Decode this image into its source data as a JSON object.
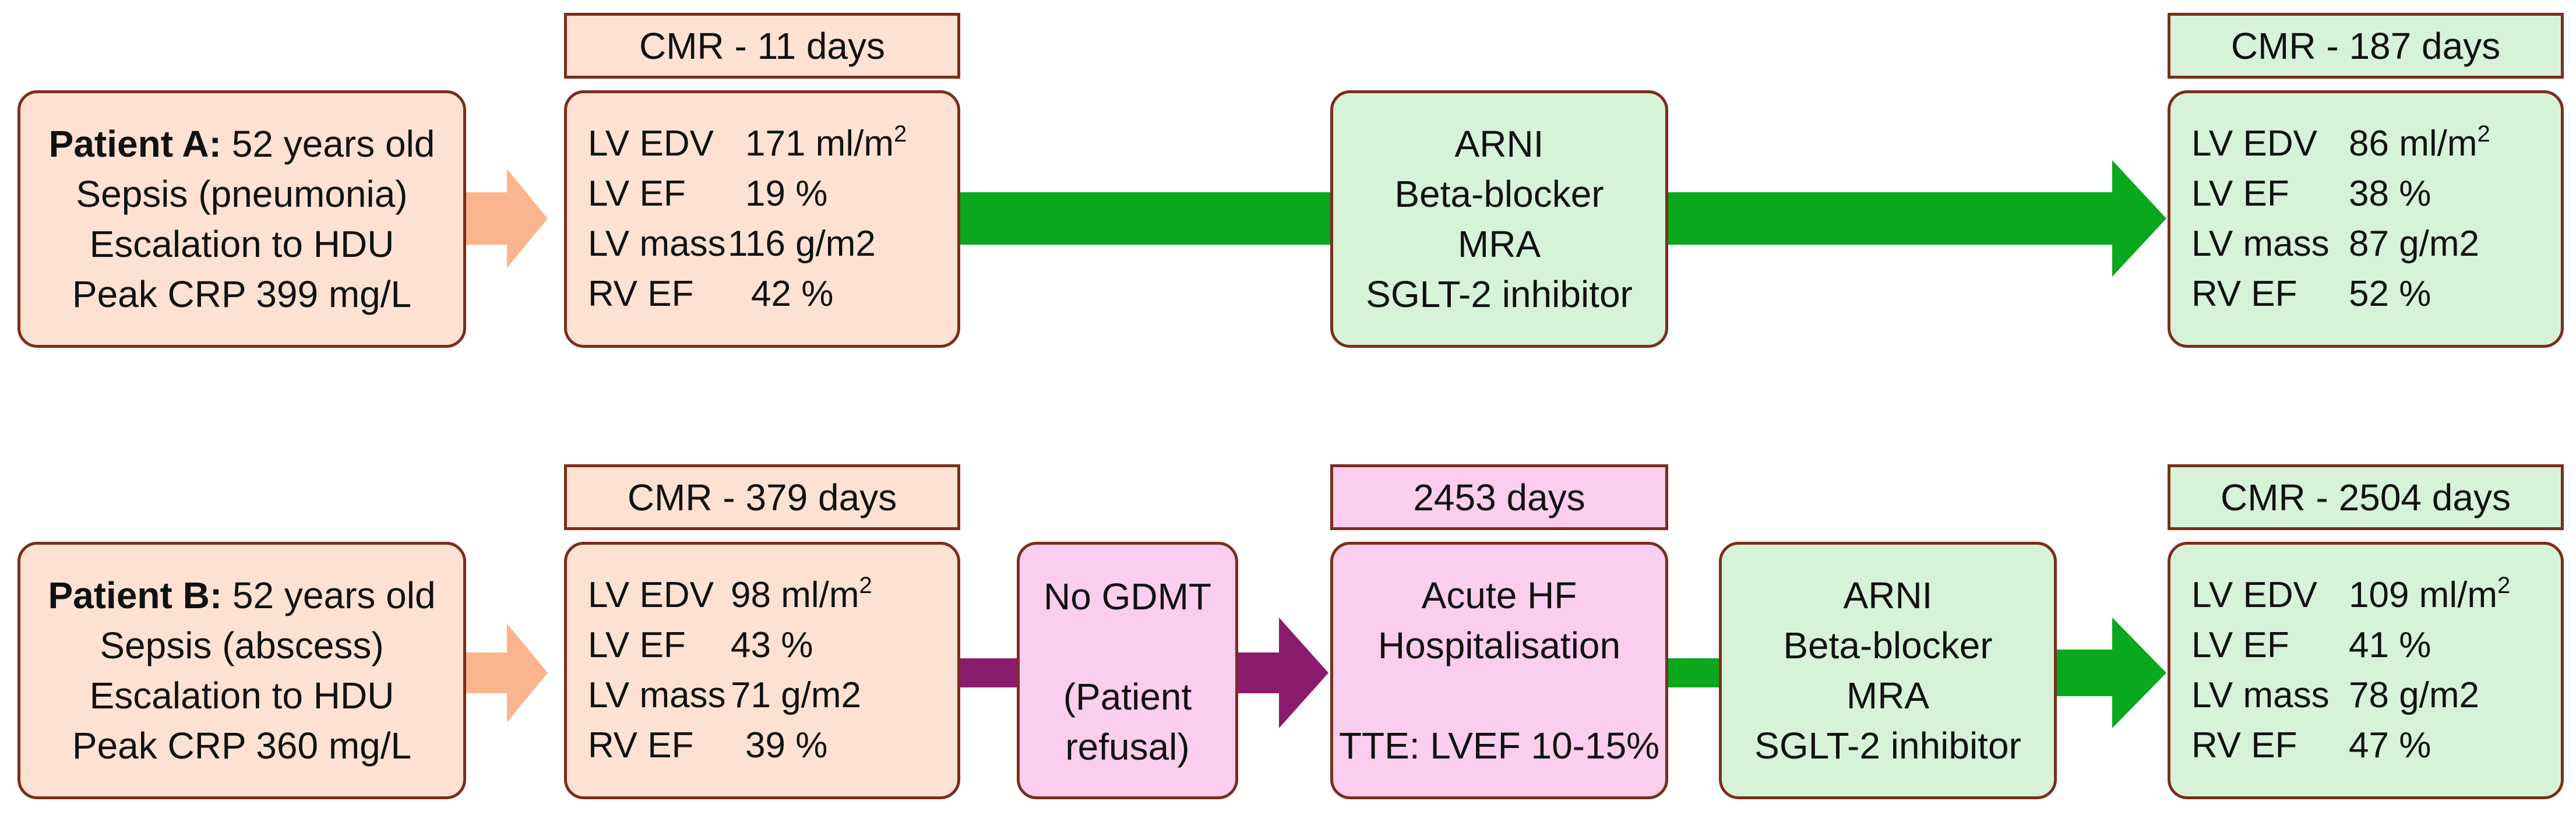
{
  "colors": {
    "box_border": "#7a2e1c",
    "peach_fill": "#fde2d3",
    "green_fill": "#d6f3d8",
    "pink_fill": "#fbcdef",
    "peach_arrow": "#fbb58e",
    "green_arrow": "#09a81d",
    "purple_arrow": "#8b1b6d"
  },
  "patient_a": {
    "name": "Patient A:",
    "age": "52 years old",
    "lines": [
      "Sepsis (pneumonia)",
      "Escalation to HDU",
      "Peak CRP 399 mg/L"
    ],
    "cmr1": {
      "label": "CMR - 11 days",
      "rows": [
        {
          "name": "LV EDV",
          "value": "171 ml/m",
          "sup": "2"
        },
        {
          "name": "LV EF",
          "value": "19 %",
          "sup": ""
        },
        {
          "name": "LV mass",
          "value": "116 g/m2",
          "sup": ""
        },
        {
          "name": "RV EF",
          "value": "42 %",
          "sup": ""
        }
      ]
    },
    "therapy": [
      "ARNI",
      "Beta-blocker",
      "MRA",
      "SGLT-2 inhibitor"
    ],
    "cmr2": {
      "label": "CMR - 187 days",
      "rows": [
        {
          "name": "LV EDV",
          "value": "86 ml/m",
          "sup": "2"
        },
        {
          "name": "LV EF",
          "value": "38 %",
          "sup": ""
        },
        {
          "name": "LV mass",
          "value": "87 g/m2",
          "sup": ""
        },
        {
          "name": "RV EF",
          "value": "52 %",
          "sup": ""
        }
      ]
    }
  },
  "patient_b": {
    "name": "Patient B:",
    "age": "52 years old",
    "lines": [
      "Sepsis (abscess)",
      "Escalation to HDU",
      "Peak CRP 360 mg/L"
    ],
    "cmr1": {
      "label": "CMR - 379 days",
      "rows": [
        {
          "name": "LV EDV",
          "value": "98 ml/m",
          "sup": "2"
        },
        {
          "name": "LV EF",
          "value": "43 %",
          "sup": ""
        },
        {
          "name": "LV mass",
          "value": "71 g/m2",
          "sup": ""
        },
        {
          "name": "RV EF",
          "value": "39 %",
          "sup": ""
        }
      ]
    },
    "no_gdmt": {
      "line1": "No GDMT",
      "line2": "(Patient",
      "line3": "refusal)"
    },
    "hospitalisation": {
      "label": "2453 days",
      "line1": "Acute HF",
      "line2": "Hospitalisation",
      "line3": "TTE: LVEF 10-15%"
    },
    "therapy": [
      "ARNI",
      "Beta-blocker",
      "MRA",
      "SGLT-2 inhibitor"
    ],
    "cmr2": {
      "label": "CMR - 2504 days",
      "rows": [
        {
          "name": "LV EDV",
          "value": "109 ml/m",
          "sup": "2"
        },
        {
          "name": "LV EF",
          "value": "41 %",
          "sup": ""
        },
        {
          "name": "LV mass",
          "value": "78 g/m2",
          "sup": ""
        },
        {
          "name": "RV EF",
          "value": "47 %",
          "sup": ""
        }
      ]
    }
  }
}
